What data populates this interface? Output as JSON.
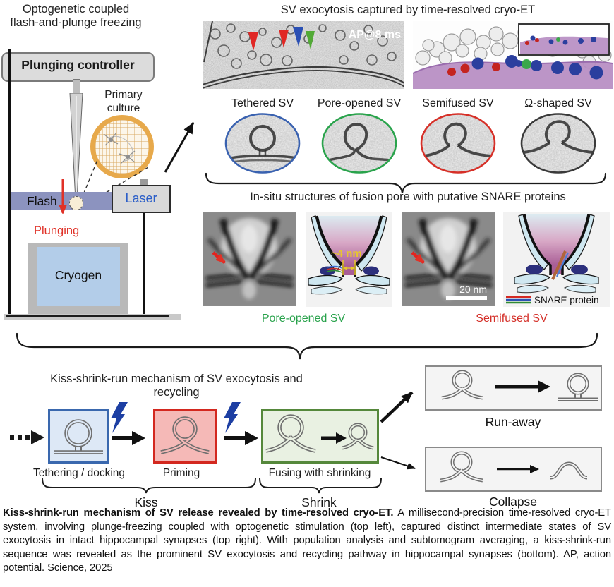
{
  "left_panel": {
    "title_line1": "Optogenetic coupled",
    "title_line2": "flash-and-plunge freezing",
    "controller_label": "Plunging controller",
    "primary_culture_label": "Primary culture",
    "flash_label": "Flash",
    "laser_label": "Laser",
    "plunging_label": "Plunging",
    "cryogen_label": "Cryogen"
  },
  "top_right": {
    "title": "SV exocytosis captured by time-resolved cryo-ET",
    "ap_label": "AP@8 ms",
    "sv_types": [
      {
        "label": "Tethered SV",
        "color": "#3a62b0"
      },
      {
        "label": "Pore-opened SV",
        "color": "#2aa34c"
      },
      {
        "label": "Semifused SV",
        "color": "#d63028"
      },
      {
        "label": "Ω-shaped SV",
        "color": "#3a3a3a"
      }
    ]
  },
  "insitu": {
    "title": "In-situ structures of fusion pore with putative SNARE proteins",
    "pore_size_label": "~4 nm",
    "scale_bar_label": "20 nm",
    "snare_legend": "SNARE protein",
    "pore_opened_label": "Pore-opened SV",
    "semifused_label": "Semifused SV"
  },
  "bottom": {
    "title": "Kiss-shrink-run mechanism of SV exocytosis and recycling",
    "stages": [
      "Tethering / docking",
      "Priming",
      "Fusing with shrinking"
    ],
    "kiss_label": "Kiss",
    "shrink_label": "Shrink",
    "runaway_label": "Run-away",
    "collapse_label": "Collapse"
  },
  "caption": {
    "bold": "Kiss-shrink-run mechanism of SV release revealed by time-resolved cryo-ET.",
    "text": " A millisecond-precision time-resolved cryo-ET system, involving plunge-freezing coupled with optogenetic stimulation (top left), captured distinct intermediate states of SV exocytosis in intact hippocampal synapses (top right). With population analysis and subtomogram averaging, a kiss-shrink-run sequence was revealed as the prominent SV exocytosis and recycling pathway in hippocampal synapses (bottom). AP, action potential. Science, 2025"
  },
  "colors": {
    "tethered_blue": "#3a62b0",
    "pore_opened_green": "#2aa34c",
    "semifused_red": "#d63028",
    "omega_dark": "#3a3a3a",
    "flash_bar": "#8c93bf",
    "laser_text": "#2b5ec8",
    "plunging_red": "#e03127",
    "lightning_blue": "#1d3fa3",
    "membrane_purple": "#b68cc2",
    "pore_measure_yellow": "#e7c52f",
    "cryogen_blue": "#b3cde9"
  }
}
